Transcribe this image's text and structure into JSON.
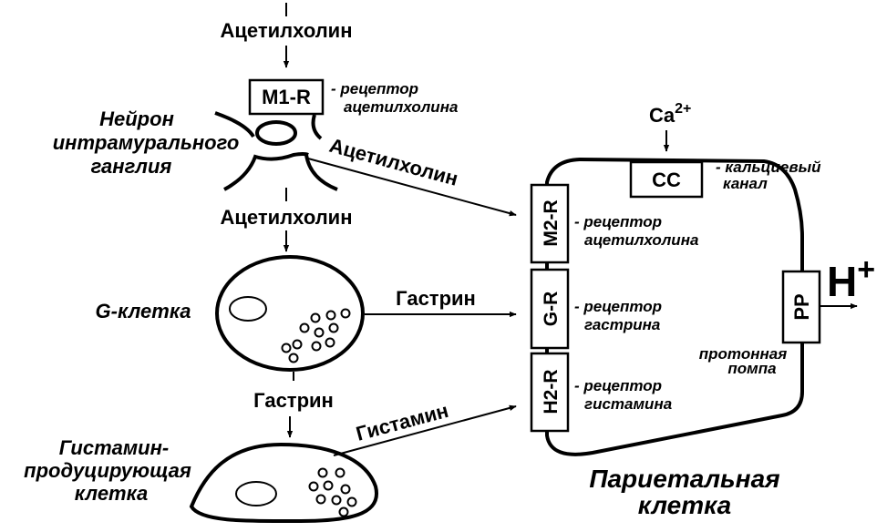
{
  "colors": {
    "ink": "#000000",
    "background": "#ffffff"
  },
  "labels": {
    "acetylcholine_top": "Ацетилхолин",
    "m1_receptor_box": "M1-R",
    "m1_receptor_desc_1": "- рецептор",
    "m1_receptor_desc_2": "ацетилхолина",
    "neuron_1": "Нейрон",
    "neuron_2": "интрамурального",
    "neuron_3": "ганглия",
    "acetylcholine_diagonal": "Ацетилхолин",
    "acetylcholine_mid": "Ацетилхолин",
    "g_cell": "G-клетка",
    "gastrin_arrow": "Гастрин",
    "gastrin_down": "Гастрин",
    "histamine_arrow": "Гистамин",
    "histamine_cell_1": "Гистамин-",
    "histamine_cell_2": "продуцирующая",
    "histamine_cell_3": "клетка",
    "ca_ion": "Ca",
    "ca_charge": "2+",
    "cc_box": "CC",
    "ca_channel_desc_1": "- кальциевый",
    "ca_channel_desc_2": "канал",
    "m2_receptor_box": "M2-R",
    "m2_desc_1": "- рецептор",
    "m2_desc_2": "ацетилхолина",
    "g_receptor_box": "G-R",
    "g_desc_1": "- рецептор",
    "g_desc_2": "гастрина",
    "h2_receptor_box": "H2-R",
    "h2_desc_1": "- рецептор",
    "h2_desc_2": "гистамина",
    "pp_box": "PP",
    "proton_pump_desc_1": "протонная",
    "proton_pump_desc_2": "помпа",
    "h_ion": "H",
    "h_charge": "+",
    "parietal_1": "Париетальная",
    "parietal_2": "клетка"
  }
}
